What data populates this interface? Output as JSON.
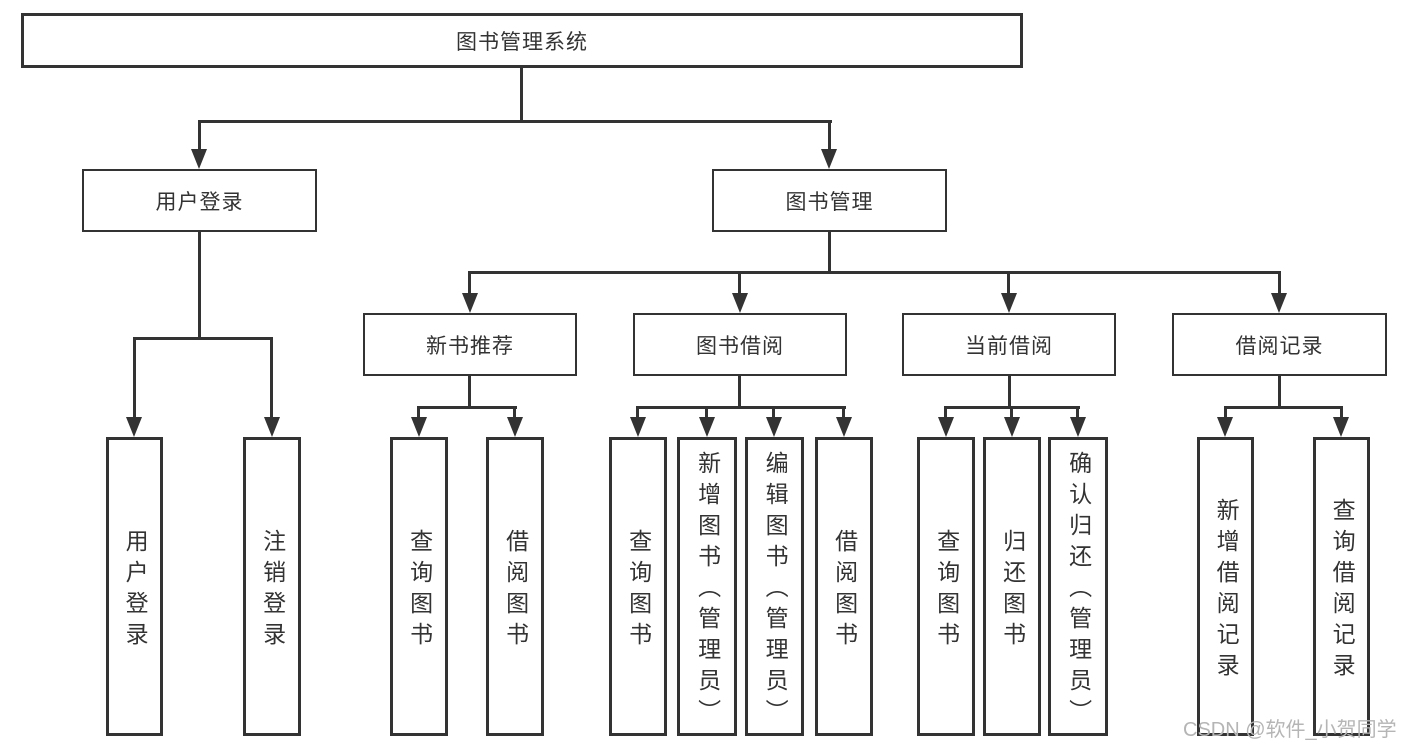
{
  "diagram_type": "hierarchy-tree",
  "colors": {
    "line": "#333333",
    "text": "#333333",
    "box_background": "#ffffff",
    "page_background": "#ffffff",
    "watermark": "#b5b5b5"
  },
  "tree": {
    "root": {
      "label": "图书管理系统",
      "children": [
        {
          "label": "用户登录",
          "children": [
            {
              "label": "用户登录"
            },
            {
              "label": "注销登录"
            }
          ]
        },
        {
          "label": "图书管理",
          "children": [
            {
              "label": "新书推荐",
              "children": [
                {
                  "label": "查询图书"
                },
                {
                  "label": "借阅图书"
                }
              ]
            },
            {
              "label": "图书借阅",
              "children": [
                {
                  "label": "查询图书"
                },
                {
                  "label": "新增图书（管理员）"
                },
                {
                  "label": "编辑图书（管理员）"
                },
                {
                  "label": "借阅图书"
                }
              ]
            },
            {
              "label": "当前借阅",
              "children": [
                {
                  "label": "查询图书"
                },
                {
                  "label": "归还图书"
                },
                {
                  "label": "确认归还（管理员）"
                }
              ]
            },
            {
              "label": "借阅记录",
              "children": [
                {
                  "label": "新增借阅记录"
                },
                {
                  "label": "查询借阅记录"
                }
              ]
            }
          ]
        }
      ]
    }
  },
  "watermark": {
    "text": "CSDN @软件_小贺同学"
  }
}
